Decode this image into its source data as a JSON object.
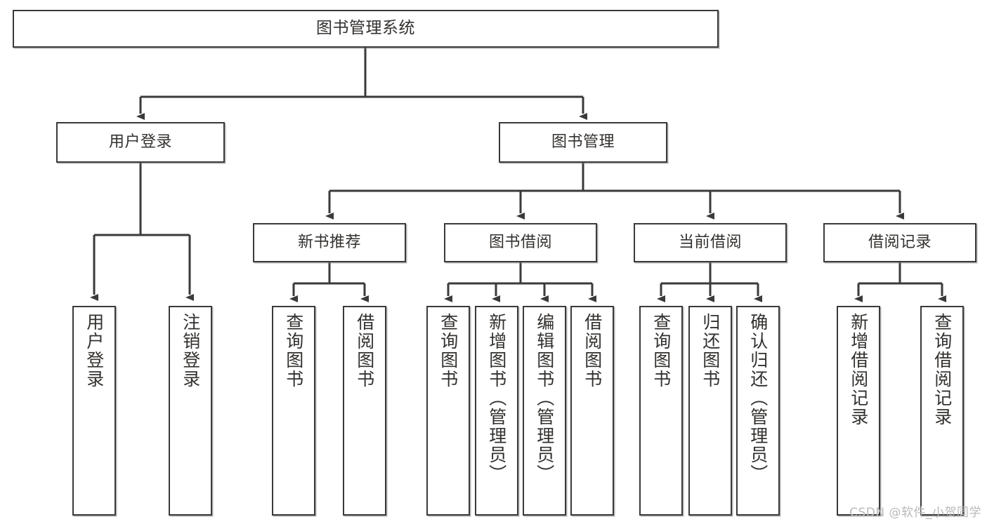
{
  "diagram": {
    "type": "tree-hierarchy",
    "title": "图书管理系统",
    "watermark": "CSDN @软件_小贺同学",
    "colors": {
      "background": "#ffffff",
      "node_border": "#3a3a3a",
      "node_fill": "#ffffff",
      "text": "#33312f",
      "connector": "#3a3a3a",
      "watermark": "#b9b9b9"
    },
    "levels": [
      {
        "level": 0,
        "nodes": [
          {
            "id": "root",
            "label": "图书管理系统",
            "orientation": "horizontal"
          }
        ]
      },
      {
        "level": 1,
        "nodes": [
          {
            "id": "login",
            "label": "用户登录",
            "orientation": "horizontal",
            "parent": "root"
          },
          {
            "id": "bookmgmt",
            "label": "图书管理",
            "orientation": "horizontal",
            "parent": "root"
          }
        ]
      },
      {
        "level": 2,
        "nodes": [
          {
            "id": "newbook",
            "label": "新书推荐",
            "orientation": "horizontal",
            "parent": "bookmgmt"
          },
          {
            "id": "borrow",
            "label": "图书借阅",
            "orientation": "horizontal",
            "parent": "bookmgmt"
          },
          {
            "id": "current",
            "label": "当前借阅",
            "orientation": "horizontal",
            "parent": "bookmgmt"
          },
          {
            "id": "records",
            "label": "借阅记录",
            "orientation": "horizontal",
            "parent": "bookmgmt"
          }
        ]
      },
      {
        "level": 3,
        "nodes": [
          {
            "id": "leaf-user-login",
            "label": "用户登录",
            "orientation": "vertical",
            "parent": "login"
          },
          {
            "id": "leaf-user-logout",
            "label": "注销登录",
            "orientation": "vertical",
            "parent": "login"
          },
          {
            "id": "leaf-query-book-1",
            "label": "查询图书",
            "orientation": "vertical",
            "parent": "newbook"
          },
          {
            "id": "leaf-borrow-book-1",
            "label": "借阅图书",
            "orientation": "vertical",
            "parent": "newbook"
          },
          {
            "id": "leaf-query-book-2",
            "label": "查询图书",
            "orientation": "vertical",
            "parent": "borrow"
          },
          {
            "id": "leaf-add-book",
            "label": "新增图书（管理员）",
            "orientation": "vertical",
            "parent": "borrow"
          },
          {
            "id": "leaf-edit-book",
            "label": "编辑图书（管理员）",
            "orientation": "vertical",
            "parent": "borrow"
          },
          {
            "id": "leaf-borrow-book-2",
            "label": "借阅图书",
            "orientation": "vertical",
            "parent": "borrow"
          },
          {
            "id": "leaf-query-book-3",
            "label": "查询图书",
            "orientation": "vertical",
            "parent": "current"
          },
          {
            "id": "leaf-return-book",
            "label": "归还图书",
            "orientation": "vertical",
            "parent": "current"
          },
          {
            "id": "leaf-confirm-return",
            "label": "确认归还（管理员）",
            "orientation": "vertical",
            "parent": "current"
          },
          {
            "id": "leaf-add-record",
            "label": "新增借阅记录",
            "orientation": "vertical",
            "parent": "records"
          },
          {
            "id": "leaf-query-record",
            "label": "查询借阅记录",
            "orientation": "vertical",
            "parent": "records"
          }
        ]
      }
    ]
  }
}
